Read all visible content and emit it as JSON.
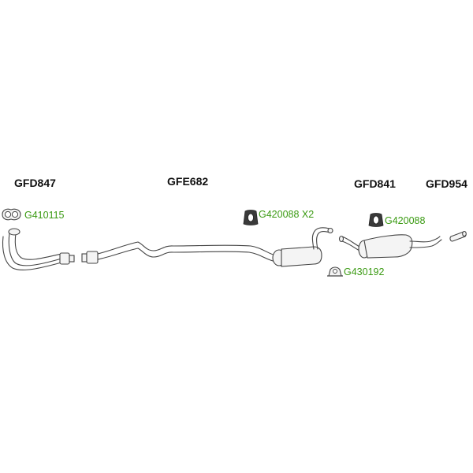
{
  "parts": [
    {
      "code": "GFD847"
    },
    {
      "code": "GFE682"
    },
    {
      "code": "GFD841"
    },
    {
      "code": "GFD954"
    }
  ],
  "fittings": [
    {
      "code": "G410115"
    },
    {
      "code": "G420088 X2"
    },
    {
      "code": "G420088"
    },
    {
      "code": "G430192"
    }
  ],
  "colors": {
    "part_label": "#111111",
    "fitting_label": "#3a9a12",
    "line": "#444444"
  },
  "icons": [
    "gasket-icon",
    "rubber-hanger-icon",
    "rubber-hanger-icon",
    "clamp-icon"
  ]
}
